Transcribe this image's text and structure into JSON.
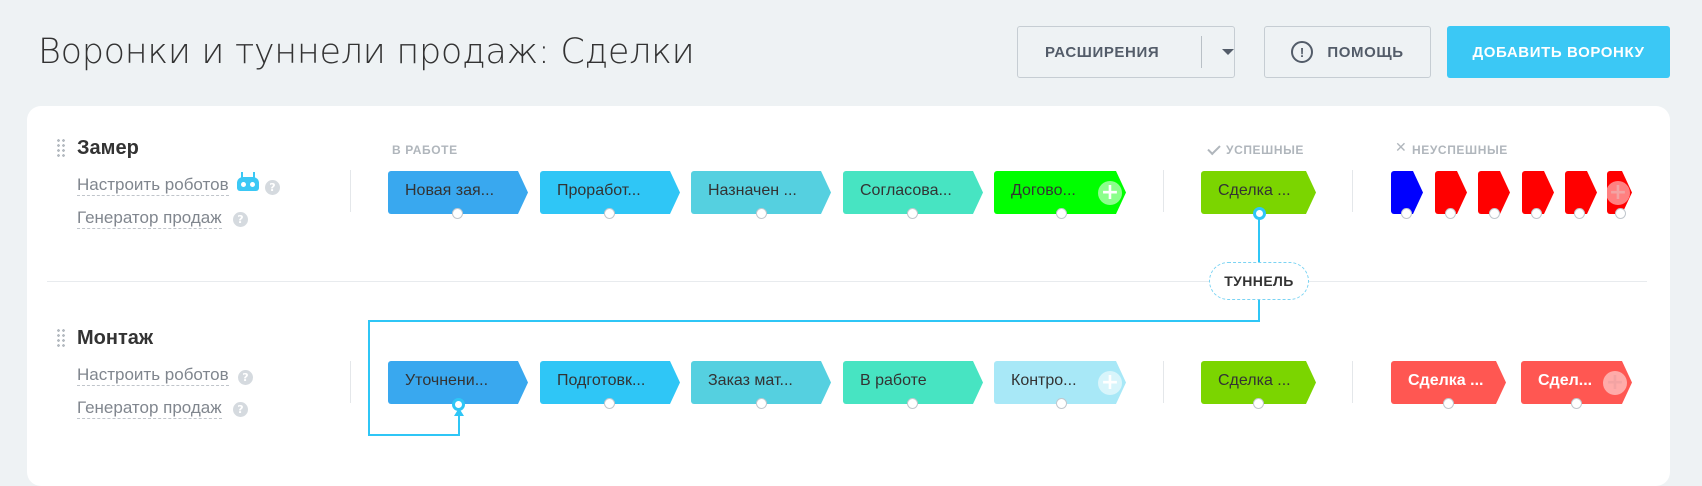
{
  "header": {
    "title": "Воронки и туннели продаж: Сделки",
    "extensions_label": "РАСШИРЕНИЯ",
    "help_label": "ПОМОЩЬ",
    "add_funnel_label": "ДОБАВИТЬ ВОРОНКУ"
  },
  "columns": {
    "in_work": "В РАБОТЕ",
    "success": "УСПЕШНЫЕ",
    "fail": "НЕУСПЕШНЫЕ"
  },
  "pipelines": [
    {
      "name": "Замер",
      "robots_label": "Настроить роботов",
      "generator_label": "Генератор продаж",
      "stages": [
        {
          "label": "Новая зая...",
          "color": "#39a8ef"
        },
        {
          "label": "Проработ...",
          "color": "#2fc6f6"
        },
        {
          "label": "Назначен ...",
          "color": "#55d0e0"
        },
        {
          "label": "Согласова...",
          "color": "#47e4c2"
        },
        {
          "label": "Догово...",
          "color": "#00ff00"
        }
      ],
      "success": {
        "label": "Сделка ...",
        "color": "#7bd500"
      },
      "fail": [
        {
          "color": "#0000ff"
        },
        {
          "color": "#ff0000"
        },
        {
          "color": "#ff0000"
        },
        {
          "color": "#ff0000"
        },
        {
          "color": "#ff0000"
        },
        {
          "color": "#ff0000"
        }
      ]
    },
    {
      "name": "Монтаж",
      "robots_label": "Настроить роботов",
      "generator_label": "Генератор продаж",
      "stages": [
        {
          "label": "Уточнени...",
          "color": "#39a8ef"
        },
        {
          "label": "Подготовк...",
          "color": "#2fc6f6"
        },
        {
          "label": "Заказ мат...",
          "color": "#55d0e0"
        },
        {
          "label": "В работе",
          "color": "#47e4c2"
        },
        {
          "label": "Контро...",
          "color": "#a8e8f7"
        }
      ],
      "success": {
        "label": "Сделка ...",
        "color": "#7bd500"
      },
      "fail": [
        {
          "label": "Сделка ...",
          "color": "#ff5752"
        },
        {
          "label": "Сдел...",
          "color": "#ff5752"
        }
      ]
    }
  ],
  "tunnel_label": "ТУННЕЛЬ",
  "icons": {
    "drag": "drag-handle-icon",
    "robot": "robot-icon",
    "help": "question-icon",
    "exclamation": "exclamation-circle-icon",
    "plus": "plus-icon"
  },
  "accent_color": "#2fc6f6"
}
